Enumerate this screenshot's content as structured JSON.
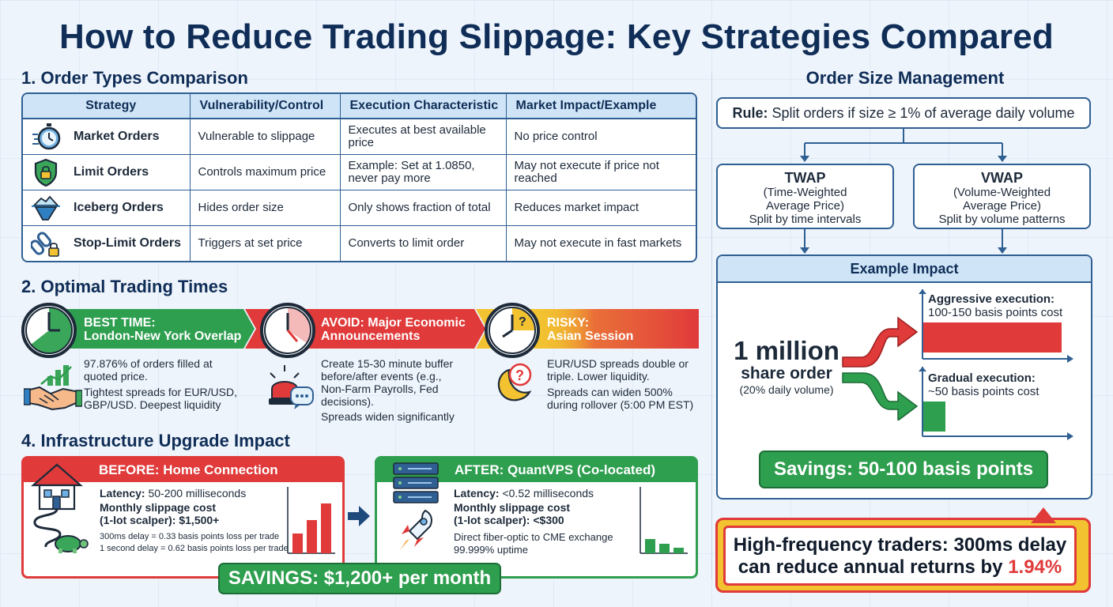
{
  "title": "How to Reduce Trading Slippage: Key Strategies Compared",
  "section1": {
    "heading": "1. Order Types Comparison",
    "columns": [
      "Strategy",
      "Vulnerability/Control",
      "Execution Characteristic",
      "Market Impact/Example"
    ],
    "rows": [
      {
        "strategy": "Market Orders",
        "control": "Vulnerable to slippage",
        "execution": "Executes at best available price",
        "impact": "No price control",
        "icon": "stopwatch-icon"
      },
      {
        "strategy": "Limit Orders",
        "control": "Controls maximum price",
        "execution": "Example: Set at 1.0850, never pay more",
        "impact": "May not execute if price not reached",
        "icon": "shield-lock-icon"
      },
      {
        "strategy": "Iceberg Orders",
        "control": "Hides order size",
        "execution": "Only shows fraction of total",
        "impact": "Reduces market impact",
        "icon": "iceberg-icon"
      },
      {
        "strategy": "Stop-Limit Orders",
        "control": "Triggers at set price",
        "execution": "Converts to limit order",
        "impact": "May not execute in fast markets",
        "icon": "chain-lock-icon"
      }
    ]
  },
  "section2": {
    "heading": "2. Optimal Trading Times",
    "best": {
      "label1": "BEST TIME:",
      "label2": "London-New York Overlap",
      "line1": "97.876% of orders filled at",
      "line2": "quoted price.",
      "line3": "Tightest spreads for EUR/USD,",
      "line4": "GBP/USD. Deepest liquidity",
      "color": "#2e9e4f"
    },
    "avoid": {
      "label1": "AVOID: Major Economic",
      "label2": "Announcements",
      "line1": "Create 15-30 minute buffer",
      "line2": "before/after events (e.g.,",
      "line3": "Non-Farm Payrolls, Fed",
      "line4": "decisions).",
      "line5": "Spreads widen significantly",
      "color": "#e03a3a"
    },
    "risky": {
      "label1": "RISKY:",
      "label2": "Asian Session",
      "line1": "EUR/USD spreads double or",
      "line2": "triple. Lower liquidity.",
      "line3": "Spreads can widen 500%",
      "line4": "during rollover (5:00 PM EST)",
      "color": "#f2c230"
    }
  },
  "section4": {
    "heading": "4. Infrastructure Upgrade Impact",
    "before": {
      "head": "BEFORE: Home Connection",
      "latency_label": "Latency:",
      "latency_value": "50-200 milliseconds",
      "cost_line1": "Monthly slippage cost",
      "cost_line2": "(1-lot scalper): $1,500+",
      "note1": "300ms delay = 0.33 basis points loss per trade",
      "note2": "1 second delay = 0.62 basis points loss per trade",
      "bars": [
        0.3,
        0.5,
        0.75
      ]
    },
    "after": {
      "head": "AFTER: QuantVPS (Co-located)",
      "latency_label": "Latency:",
      "latency_value": "<0.52 milliseconds",
      "cost_line1": "Monthly slippage cost",
      "cost_line2": "(1-lot scalper): <$300",
      "note1": "Direct fiber-optic to CME exchange",
      "note2": "99.999% uptime",
      "bars": [
        0.22,
        0.14,
        0.08
      ]
    },
    "savings": "SAVINGS: $1,200+ per month"
  },
  "size_mgmt": {
    "heading": "Order Size Management",
    "rule_label": "Rule:",
    "rule_text": "Split orders if size ≥ 1% of average daily volume",
    "twap": {
      "name": "TWAP",
      "line1": "(Time-Weighted",
      "line2": "Average Price)",
      "line3": "Split by time intervals"
    },
    "vwap": {
      "name": "VWAP",
      "line1": "(Volume-Weighted",
      "line2": "Average Price)",
      "line3": "Split by volume patterns"
    },
    "example": {
      "heading": "Example Impact",
      "big": "1 million",
      "mid": "share order",
      "small": "(20% daily volume)",
      "aggressive_label": "Aggressive execution:",
      "aggressive_cost": "100-150 basis points cost",
      "gradual_label": "Gradual execution:",
      "gradual_cost": "~50 basis points cost",
      "aggressive_bar": 1.0,
      "gradual_bar": 0.16,
      "savings": "Savings: 50-100 basis points"
    }
  },
  "callout": {
    "line1": "High-frequency traders: 300ms delay",
    "line2_prefix": "can reduce annual returns by",
    "line2_value": "1.94%"
  },
  "colors": {
    "navy": "#0f2d57",
    "green": "#2e9e4f",
    "red": "#e03a3a",
    "yellow": "#f2c230",
    "light_blue": "#cfe5f7"
  }
}
